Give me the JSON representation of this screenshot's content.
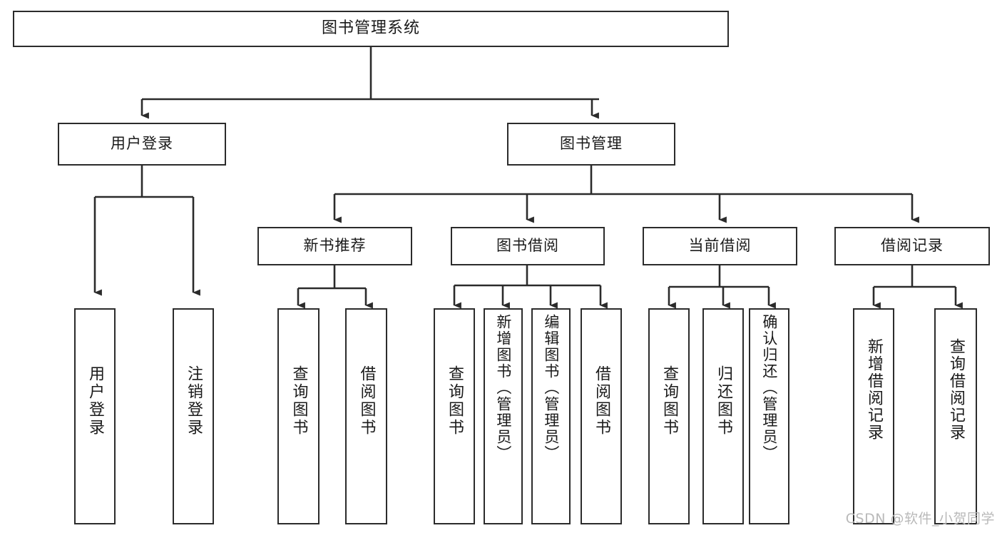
{
  "diagram": {
    "title": "图书管理系统",
    "type": "hierarchy-tree",
    "watermark": "CSDN @软件_小贺同学",
    "colors": {
      "stroke": "#2b2b2b",
      "fill": "#ffffff",
      "text": "#1a1a1a",
      "watermark": "#b9b9b9"
    },
    "root": {
      "label": "图书管理系统"
    },
    "level2": [
      {
        "label": "用户登录"
      },
      {
        "label": "图书管理"
      }
    ],
    "level3": [
      {
        "label": "新书推荐"
      },
      {
        "label": "图书借阅"
      },
      {
        "label": "当前借阅"
      },
      {
        "label": "借阅记录"
      }
    ],
    "leaves": {
      "user_login": [
        {
          "label": "用户登录"
        },
        {
          "label": "注销登录"
        }
      ],
      "new_book_recommend": [
        {
          "label": "查询图书"
        },
        {
          "label": "借阅图书"
        }
      ],
      "book_borrow": [
        {
          "label": "查询图书"
        },
        {
          "label": "新增图书（管理员）"
        },
        {
          "label": "编辑图书（管理员）"
        },
        {
          "label": "借阅图书"
        }
      ],
      "current_borrow": [
        {
          "label": "查询图书"
        },
        {
          "label": "归还图书"
        },
        {
          "label": "确认归还（管理员）"
        }
      ],
      "borrow_record": [
        {
          "label": "新增借阅记录"
        },
        {
          "label": "查询借阅记录"
        }
      ]
    }
  }
}
